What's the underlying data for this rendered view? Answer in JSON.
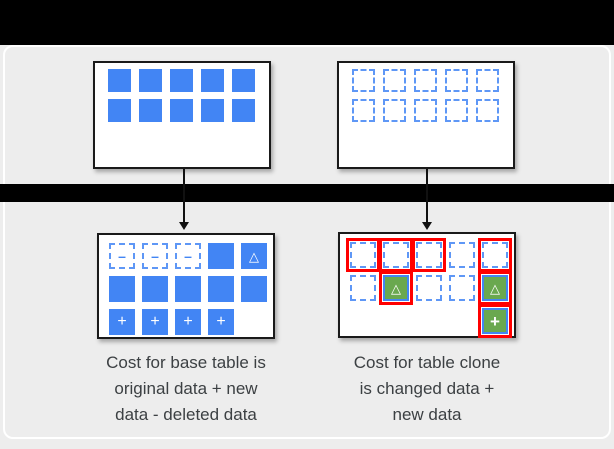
{
  "colors": {
    "blue": "#4285f4",
    "dashed_blue": "#5e97f6",
    "green": "#6aa84f",
    "red": "#ff0000",
    "text": "#3c4043",
    "background": "#ededed",
    "bar": "#000000",
    "panel_border": "#1a1a1a"
  },
  "glyphs": {
    "minus": "–",
    "plus": "+",
    "triangle": "△"
  },
  "panels": {
    "base_before": {
      "rows": [
        [
          "solid",
          "solid",
          "solid",
          "solid",
          "solid"
        ],
        [
          "solid",
          "solid",
          "solid",
          "solid",
          "solid"
        ]
      ]
    },
    "clone_before": {
      "rows": [
        [
          "dashed",
          "dashed",
          "dashed",
          "dashed",
          "dashed"
        ],
        [
          "dashed",
          "dashed",
          "dashed",
          "dashed",
          "dashed"
        ]
      ]
    },
    "base_after": {
      "rows": [
        [
          "dashed-minus",
          "dashed-minus",
          "dashed-minus",
          "solid",
          "solid-triangle"
        ],
        [
          "solid",
          "solid",
          "solid",
          "solid",
          "solid"
        ],
        [
          "solid-plus",
          "solid-plus",
          "solid-plus",
          "solid-plus",
          "empty"
        ]
      ]
    },
    "clone_after": {
      "rows": [
        [
          "dashed-red",
          "dashed-red",
          "dashed-red",
          "dashed",
          "dashed-red"
        ],
        [
          "dashed",
          "green-triangle-red",
          "dashed",
          "dashed",
          "green-triangle-red"
        ],
        [
          "empty",
          "empty",
          "empty",
          "empty",
          "green-plus-red"
        ]
      ]
    }
  },
  "captions": {
    "base": [
      "Cost for base table is",
      "original data + new",
      "data - deleted data"
    ],
    "clone": [
      "Cost for table clone",
      "is changed data +",
      "new data"
    ]
  }
}
